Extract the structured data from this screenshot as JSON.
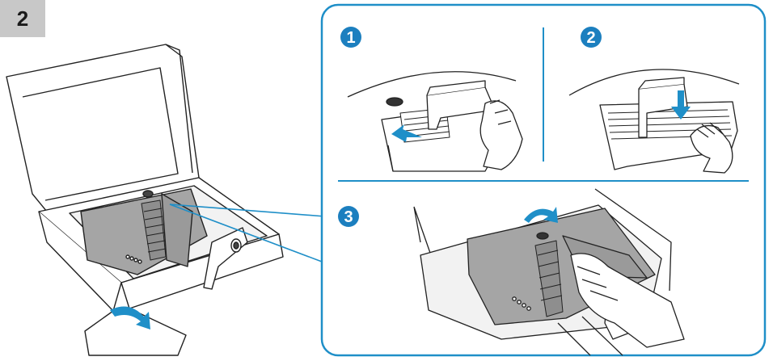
{
  "step": {
    "number": "2"
  },
  "substeps": [
    {
      "number": "1",
      "label_visible": true
    },
    {
      "number": "2",
      "label_visible": true
    },
    {
      "number": "3",
      "label_visible": true
    }
  ],
  "colors": {
    "accent": "#1f8fc8",
    "badge": "#1c7fbf",
    "tab": "#c8c8c8",
    "line": "#222222",
    "panel_fill": "#a5a5a5"
  },
  "icons": [
    "rotate-arrow-icon",
    "push-arrow-icon",
    "press-arrow-icon",
    "flip-arrow-icon"
  ]
}
